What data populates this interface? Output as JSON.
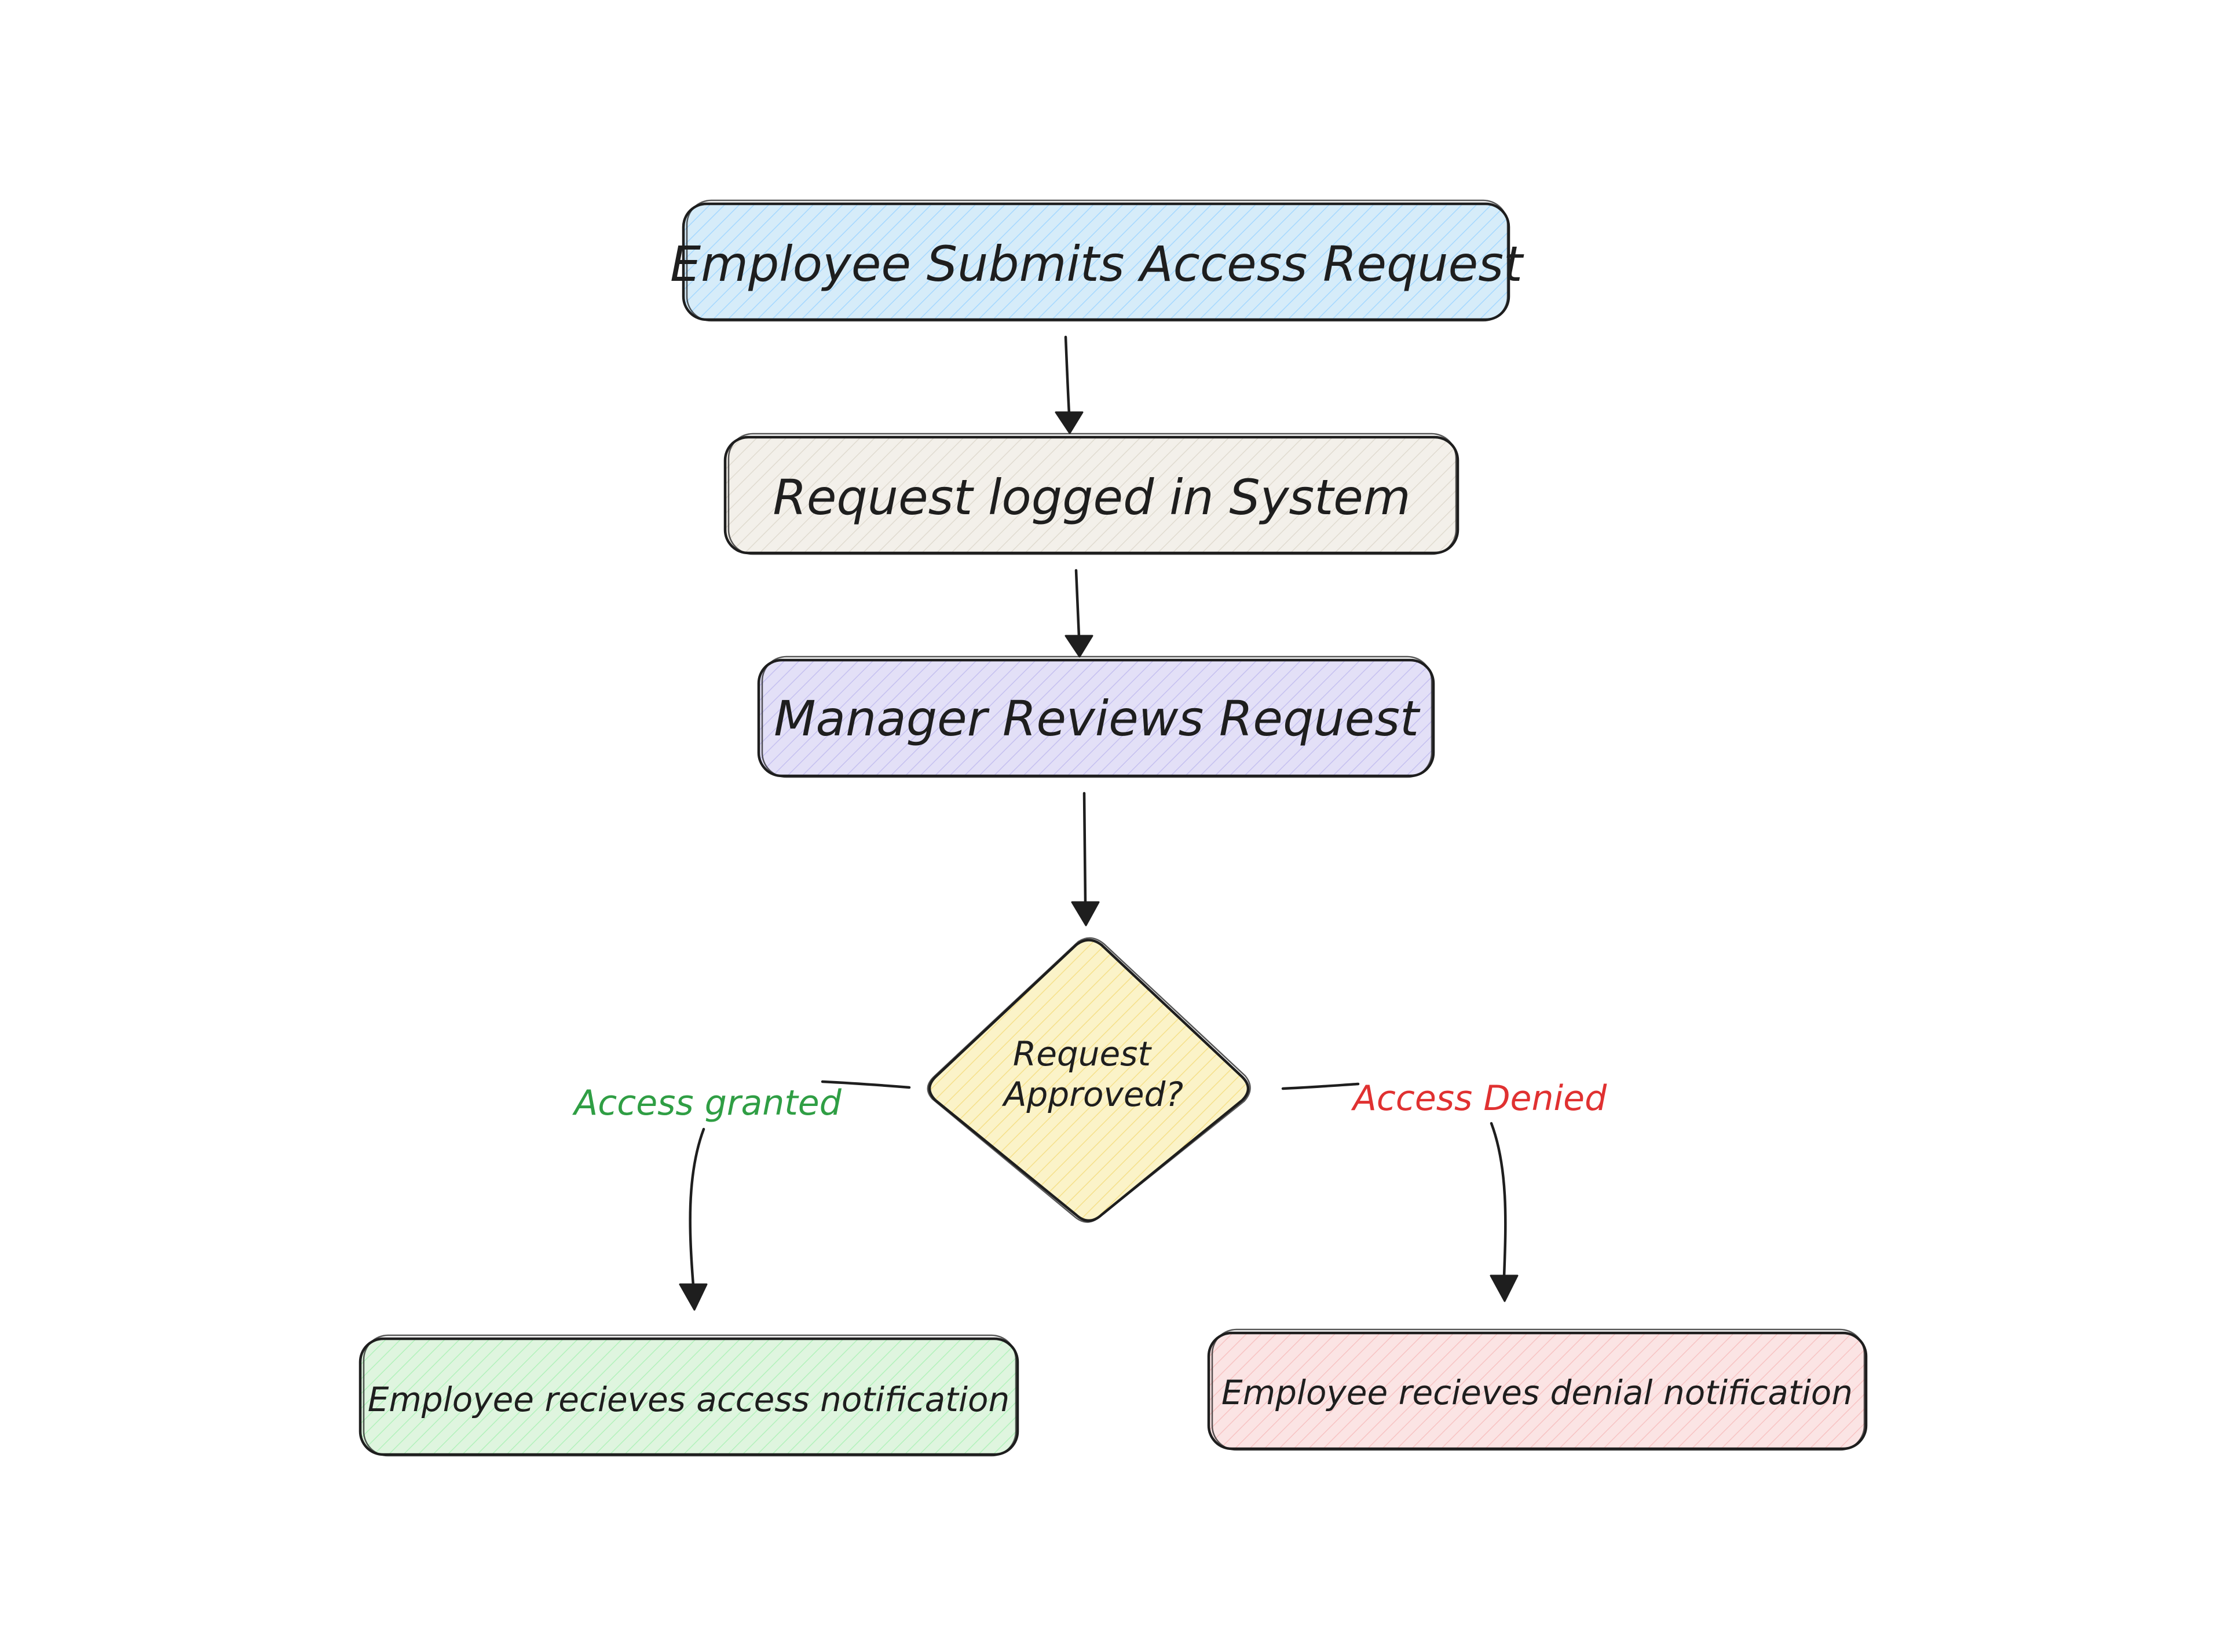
{
  "nodes": {
    "submit": {
      "label": "Employee Submits Access Request",
      "fill": "#d6ecf9"
    },
    "logged": {
      "label": "Request logged in System",
      "fill": "#f3f0ea"
    },
    "review": {
      "label": "Manager Reviews Request",
      "fill": "#e3e0f7"
    },
    "decision": {
      "label_line1": "Request",
      "label_line2": "Approved?",
      "fill": "#fbf3c8"
    },
    "granted_notice": {
      "label": "Employee recieves access notification",
      "fill": "#dff5df"
    },
    "denied_notice": {
      "label": "Employee recieves denial notification",
      "fill": "#fbe4e4"
    }
  },
  "edges": {
    "granted": {
      "label": "Access granted",
      "color": "#2f9e44"
    },
    "denied": {
      "label": "Access Denied",
      "color": "#e03131"
    }
  },
  "colors": {
    "stroke": "#1e1e1e",
    "background": "#ffffff"
  }
}
